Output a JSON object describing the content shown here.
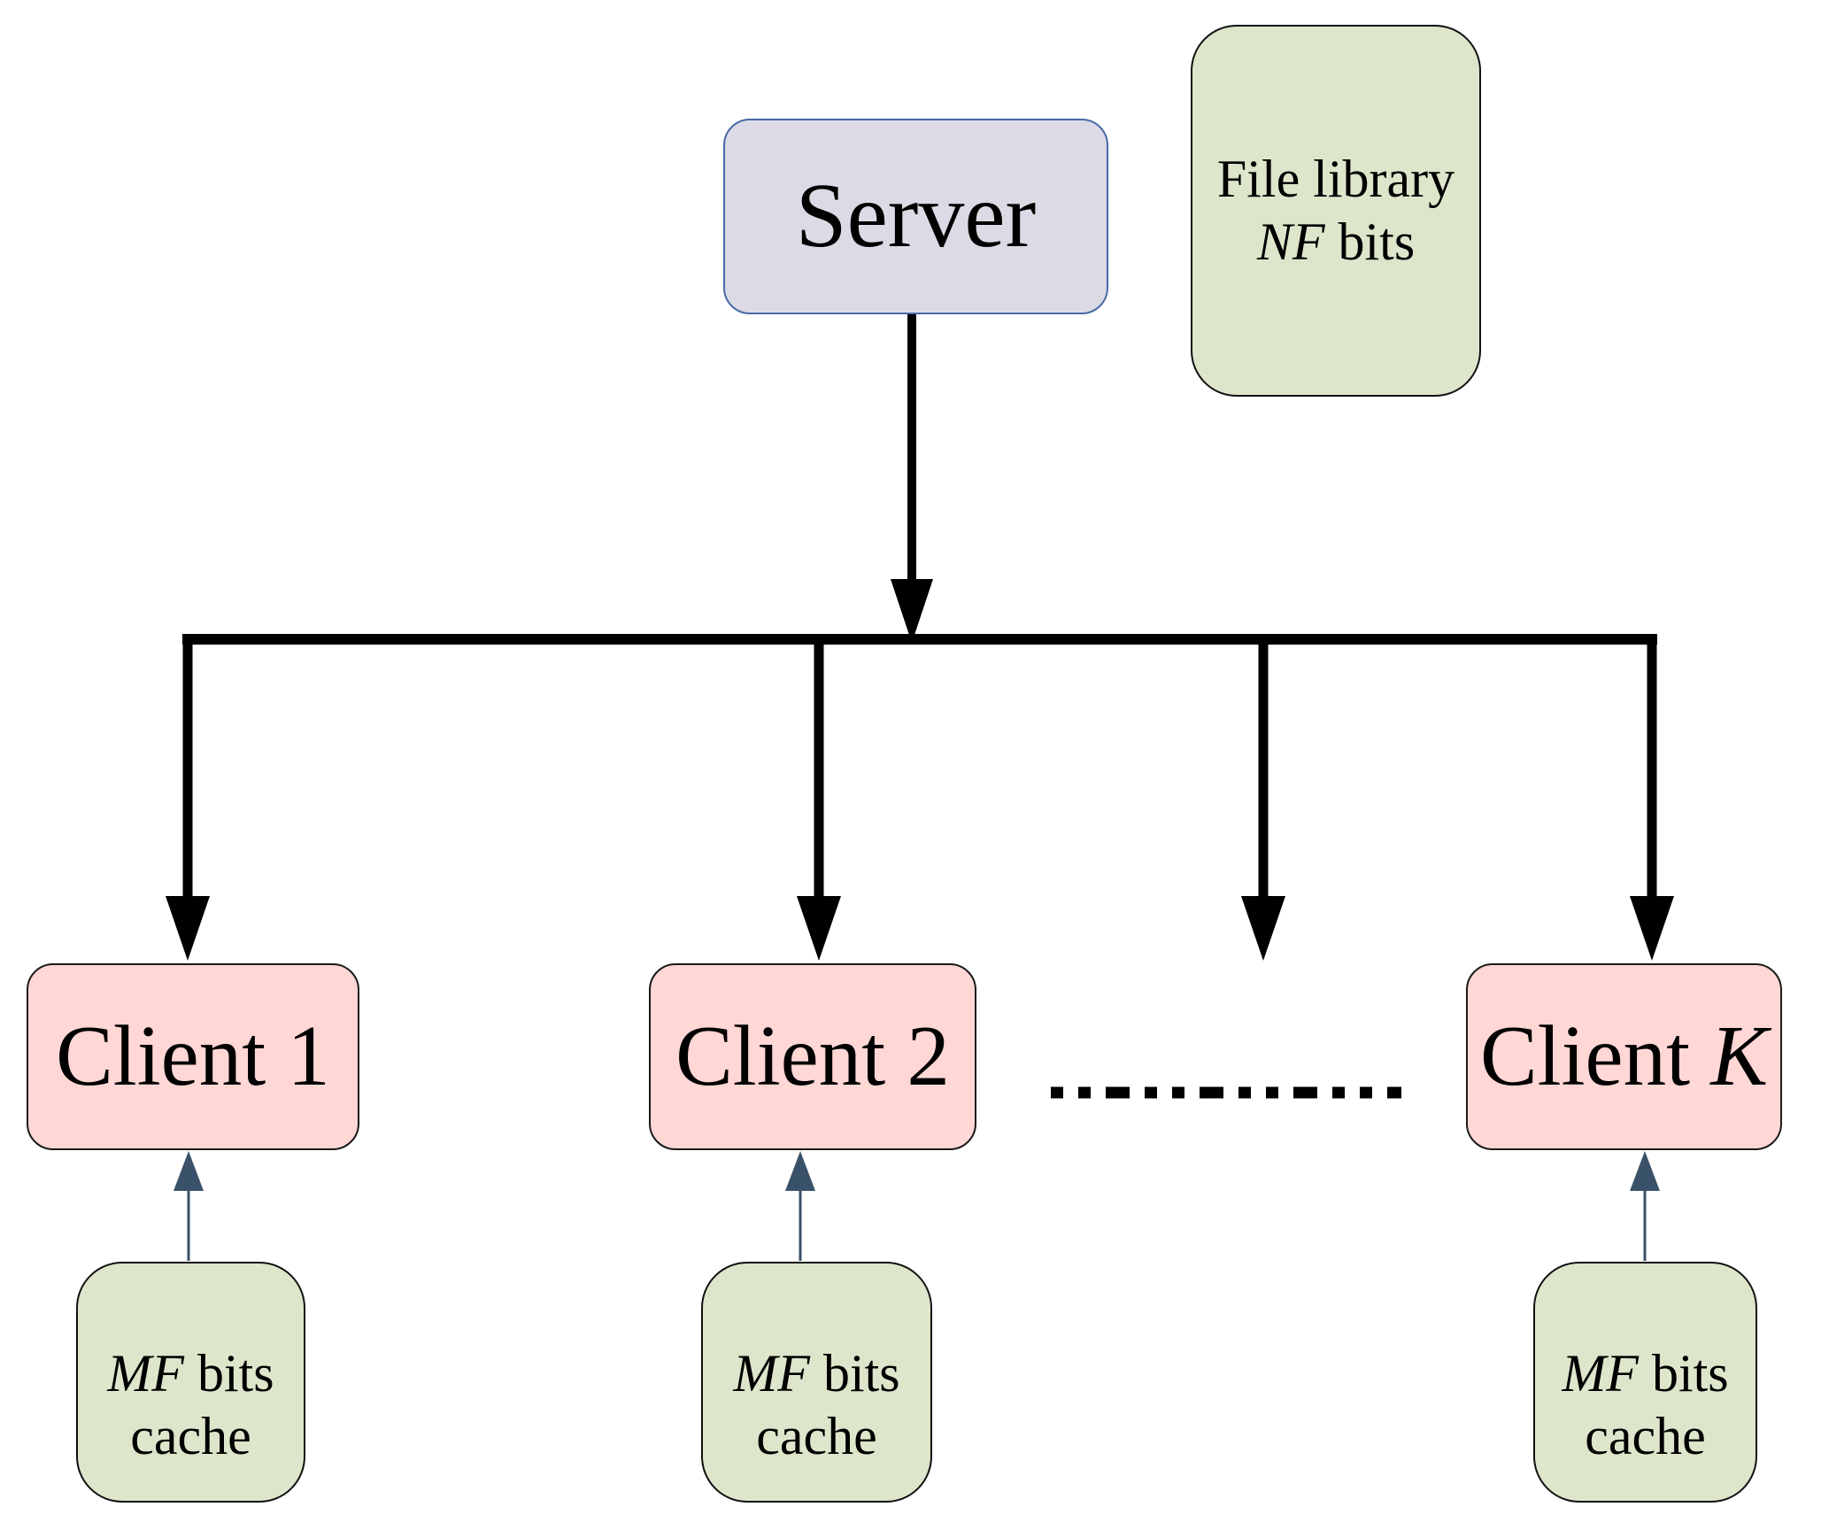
{
  "diagram": {
    "server": {
      "label": "Server"
    },
    "file_library": {
      "line1": "File library",
      "math_var": "NF",
      "suffix": " bits"
    },
    "clients": [
      {
        "label": "Client 1",
        "math_var": ""
      },
      {
        "label": "Client 2",
        "math_var": ""
      },
      {
        "label": "Client",
        "math_var": "K"
      }
    ],
    "caches": [
      {
        "math_var": "MF",
        "suffix": " bits",
        "line2": "cache"
      },
      {
        "math_var": "MF",
        "suffix": " bits",
        "line2": "cache"
      },
      {
        "math_var": "MF",
        "suffix": " bits",
        "line2": "cache"
      }
    ]
  },
  "colors": {
    "pink_fill": "#FFD7D5",
    "pink_border": "#1a1a1a",
    "green_fill": "#DDE6CB",
    "green_border": "#111111",
    "lavender_fill": "#DCDBE5",
    "lavender_border": "#4A69A8",
    "arrow_black": "#000000",
    "cache_arrow": "#3A5269",
    "canvas_bg": "#ffffff"
  }
}
